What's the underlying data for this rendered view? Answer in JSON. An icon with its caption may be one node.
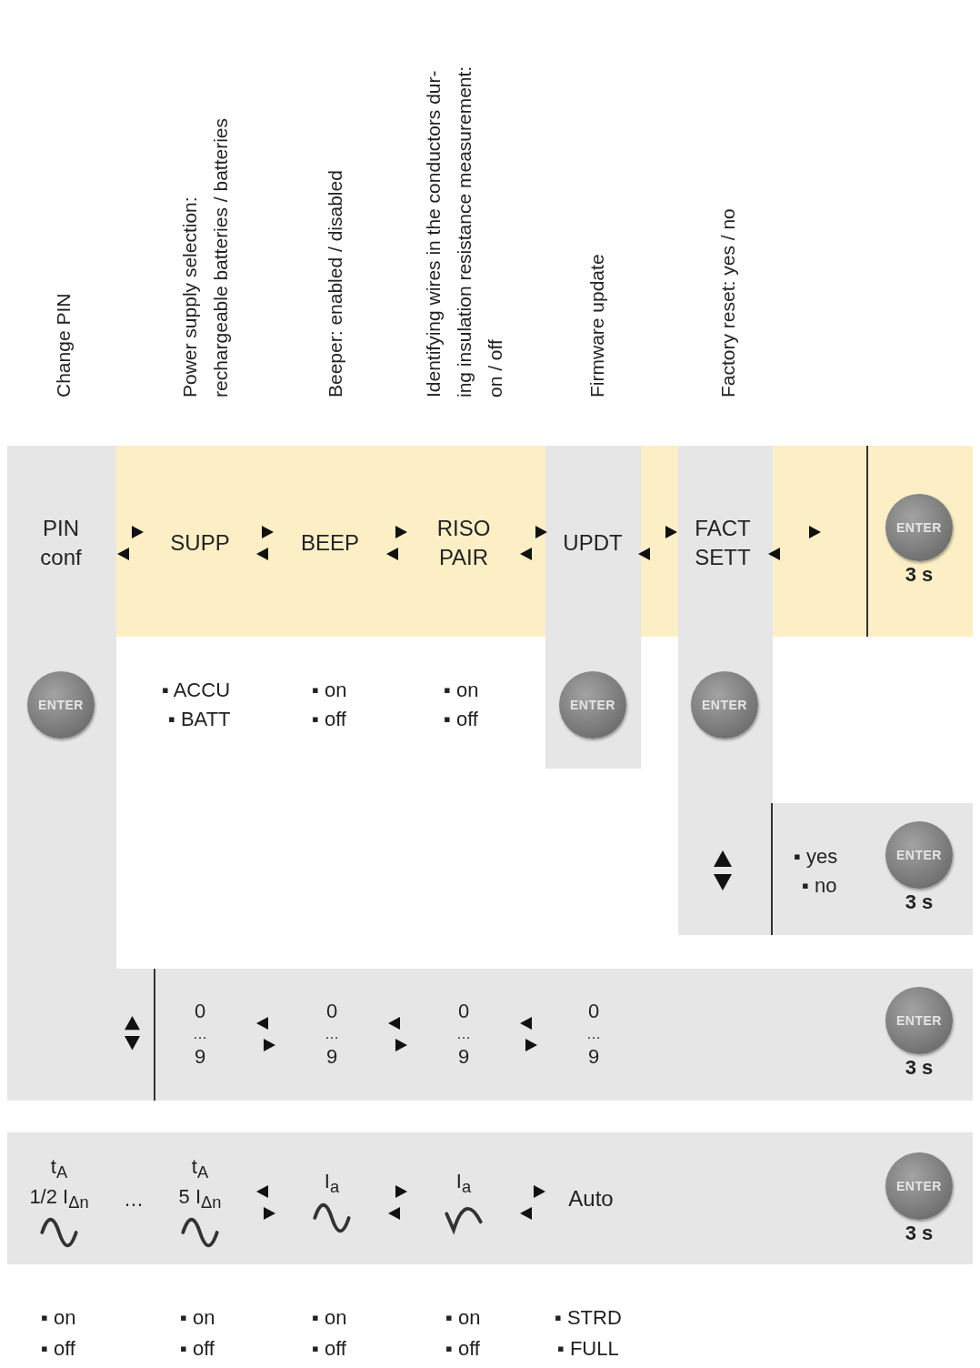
{
  "diagram": {
    "nodes": [
      {
        "text": [
          "PIN conf"
        ]
      },
      {
        "text": [
          "SUPP"
        ]
      },
      {
        "text": [
          "BEEP"
        ]
      },
      {
        "text": [
          "RISO PAIR"
        ]
      },
      {
        "text": [
          "UPDT"
        ]
      },
      {
        "text": [
          "FACT SETT"
        ]
      },
      {
        "text": [
          "ENTER"
        ],
        "beside": [
          "3 s"
        ]
      },
      {
        "text": [
          "ENTER"
        ]
      },
      {
        "text": [
          "ENTER"
        ]
      },
      {
        "text": [
          "ENTER"
        ]
      },
      {
        "text": [
          "ENTER"
        ],
        "beside": [
          "3 s"
        ]
      },
      {
        "text": [
          "0",
          "…",
          "9"
        ]
      },
      {
        "text": [
          "0",
          "…",
          "9"
        ]
      },
      {
        "text": [
          "0",
          "…",
          "9"
        ]
      },
      {
        "text": [
          "0",
          "…",
          "9"
        ]
      },
      {
        "text": [
          "ENTER"
        ],
        "beside": [
          "3 s"
        ]
      },
      {
        "text": [
          "t$_{A}$",
          "1/2 I$_{Δn}$"
        ]
      },
      {
        "text": [
          "t$_{A}$",
          "5 I$_{Δn}$"
        ]
      },
      {
        "text": [
          "I$_{a}$"
        ]
      },
      {
        "text": [
          "I$_{a}$"
        ]
      },
      {
        "text": [
          "Auto"
        ]
      },
      {
        "text": [
          "ENTER"
        ],
        "beside": [
          "3 s"
        ]
      }
    ],
    "edges": [
      {
        "from": 0,
        "to": 1,
        "arrow": "both"
      },
      {
        "from": 1,
        "to": 2,
        "arrow": "both"
      },
      {
        "from": 2,
        "to": 3,
        "arrow": "both"
      },
      {
        "from": 3,
        "to": 4,
        "arrow": "both"
      },
      {
        "from": 4,
        "to": 5,
        "arrow": "both"
      },
      {
        "from": 5,
        "to": null,
        "arrow": "both"
      },
      {
        "from": 11,
        "to": 12,
        "arrow": "both"
      },
      {
        "from": 12,
        "to": 13,
        "arrow": "both"
      },
      {
        "from": 13,
        "to": 14,
        "arrow": "both"
      },
      {
        "from": 17,
        "to": 18,
        "arrow": "both"
      },
      {
        "from": 18,
        "to": 19,
        "arrow": "both"
      },
      {
        "from": 19,
        "to": 20,
        "arrow": "both"
      }
    ],
    "labels": [
      "Change PIN",
      "Power supply selection: rechargeable batteries / batteries",
      "Beeper: enabled / disabled",
      "Identifying wires in the conductors dur- ing insulation resistance measurement: on / off",
      "Firmware update",
      "Factory reset: yes / no",
      "▪ ACCU",
      "▪ BATT",
      "▪ on",
      "▪ off",
      "▪ on",
      "▪ off",
      "▪ yes",
      "▪ no",
      "…",
      "▪ on",
      "▪ off",
      "▪ on",
      "▪ off",
      "▪ on",
      "▪ off",
      "▪ on",
      "▪ off",
      "▪ STRD",
      "▪ FULL"
    ]
  }
}
